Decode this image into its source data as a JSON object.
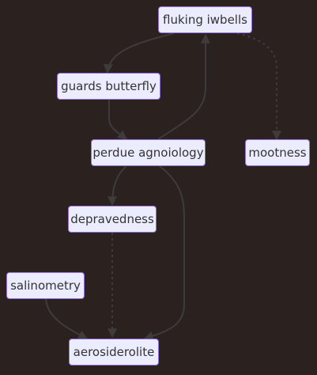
{
  "nodes": {
    "fluking_iwbells": "fluking iwbells",
    "guards_butterfly": "guards butterfly",
    "perdue_agnoiology": "perdue agnoiology",
    "mootness": "mootness",
    "depravedness": "depravedness",
    "salinometry": "salinometry",
    "aerosiderolite": "aerosiderolite"
  },
  "edges": [
    {
      "from": "fluking iwbells",
      "to": "guards butterfly",
      "style": "solid"
    },
    {
      "from": "fluking iwbells",
      "to": "mootness",
      "style": "dotted"
    },
    {
      "from": "guards butterfly",
      "to": "perdue agnoiology",
      "style": "solid"
    },
    {
      "from": "perdue agnoiology",
      "to": "fluking iwbells",
      "style": "solid"
    },
    {
      "from": "perdue agnoiology",
      "to": "depravedness",
      "style": "solid"
    },
    {
      "from": "perdue agnoiology",
      "to": "aerosiderolite",
      "style": "solid"
    },
    {
      "from": "depravedness",
      "to": "aerosiderolite",
      "style": "dotted"
    },
    {
      "from": "salinometry",
      "to": "aerosiderolite",
      "style": "solid"
    }
  ],
  "colors": {
    "background": "#2b2220",
    "node_fill": "#ECECFF",
    "node_border": "#9370DB",
    "node_text": "#333333",
    "edge": "#3f3b3a"
  }
}
